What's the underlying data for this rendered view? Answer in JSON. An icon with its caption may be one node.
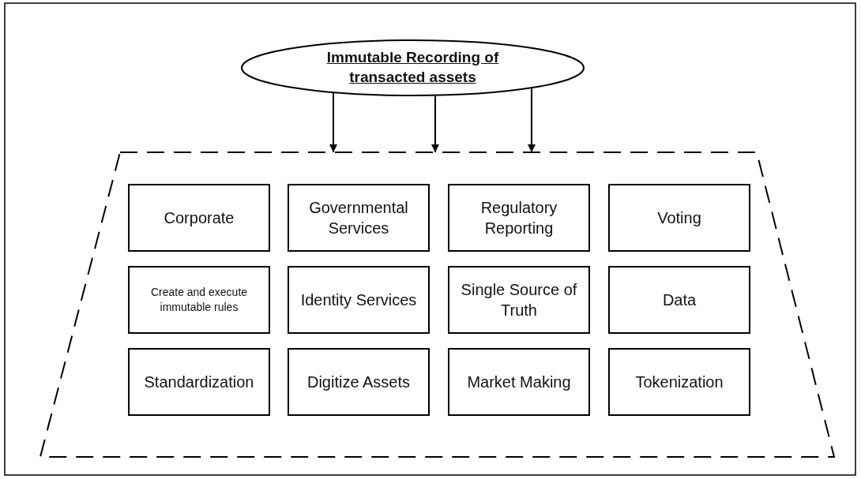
{
  "diagram": {
    "nodes": [
      {
        "text": [
          "Immutable Recording of transacted assets"
        ]
      },
      {
        "text": [],
        "shape": "trapezoid"
      },
      {
        "text": [
          "Corporate"
        ],
        "in": 1
      },
      {
        "text": [
          "Governmental Services"
        ],
        "in": 1
      },
      {
        "text": [
          "Regulatory Reporting"
        ],
        "in": 1
      },
      {
        "text": [
          "Voting"
        ],
        "in": 1
      },
      {
        "text": [
          "Create and execute immutable rules"
        ],
        "in": 1
      },
      {
        "text": [
          "Identity Services"
        ],
        "in": 1
      },
      {
        "text": [
          "Single Source of Truth"
        ],
        "in": 1
      },
      {
        "text": [
          "Data"
        ],
        "in": 1
      },
      {
        "text": [
          "Standardization"
        ],
        "in": 1
      },
      {
        "text": [
          "Digitize Assets"
        ],
        "in": 1
      },
      {
        "text": [
          "Market Making"
        ],
        "in": 1
      },
      {
        "text": [
          "Tokenization"
        ],
        "in": 1
      }
    ],
    "edges": [
      {
        "from": 0,
        "to": 1,
        "arrow": "to"
      },
      {
        "from": 0,
        "to": 1,
        "arrow": "to"
      },
      {
        "from": 0,
        "to": 1,
        "arrow": "to"
      }
    ]
  }
}
